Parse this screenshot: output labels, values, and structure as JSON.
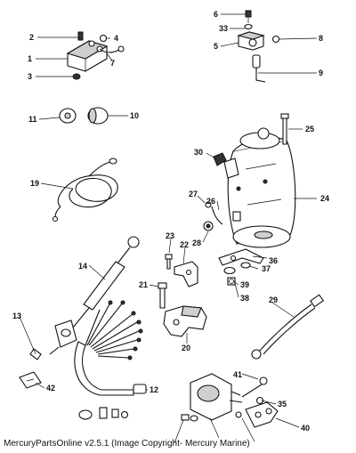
{
  "footer": {
    "text": "MercuryPartsOnline v2.5.1 (Image Copyright- Mercury Marine)"
  },
  "callouts": [
    "1",
    "2",
    "3",
    "4",
    "5",
    "6",
    "7",
    "8",
    "9",
    "10",
    "11",
    "12",
    "13",
    "14",
    "19",
    "20",
    "21",
    "22",
    "23",
    "24",
    "25",
    "26",
    "27",
    "28",
    "29",
    "30",
    "33",
    "35",
    "36",
    "37",
    "38",
    "39",
    "40",
    "41",
    "42"
  ]
}
